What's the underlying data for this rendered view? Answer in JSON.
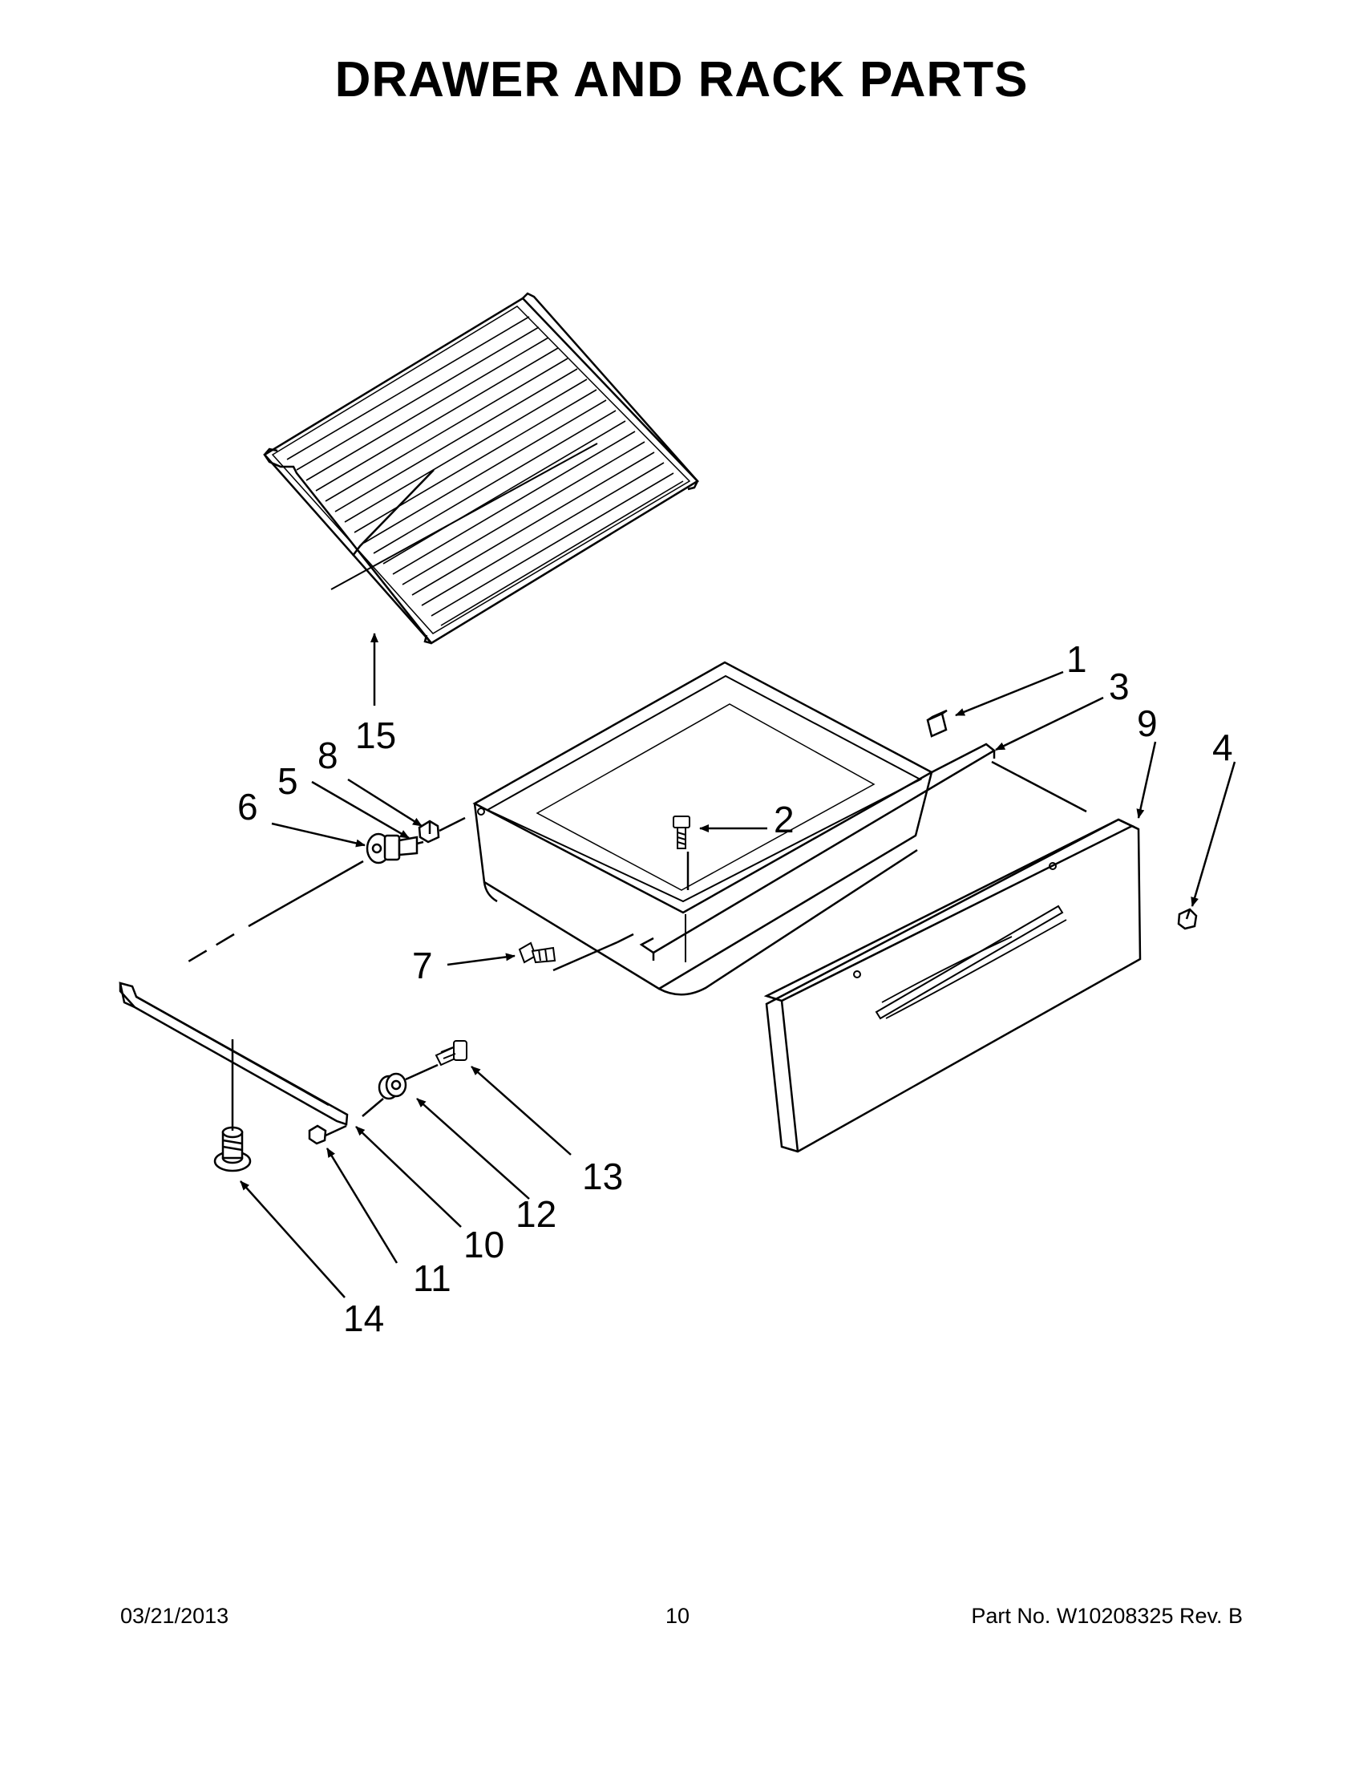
{
  "page": {
    "title": "DRAWER AND RACK PARTS",
    "footer": {
      "date": "03/21/2013",
      "page_number": "10",
      "part_number": "Part No.  W10208325  Rev.  B"
    }
  },
  "callouts": [
    "1",
    "2",
    "3",
    "4",
    "5",
    "6",
    "7",
    "8",
    "9",
    "10",
    "11",
    "12",
    "13",
    "14",
    "15"
  ],
  "parts": [
    {
      "callout": "1",
      "icon": "clip-icon"
    },
    {
      "callout": "2",
      "icon": "screw-icon"
    },
    {
      "callout": "3",
      "icon": "slide-rail-icon"
    },
    {
      "callout": "4",
      "icon": "nut-icon"
    },
    {
      "callout": "5",
      "icon": "stud-icon"
    },
    {
      "callout": "6",
      "icon": "roller-icon"
    },
    {
      "callout": "7",
      "icon": "screw-icon"
    },
    {
      "callout": "8",
      "icon": "nut-icon"
    },
    {
      "callout": "9",
      "icon": "drawer-front-icon"
    },
    {
      "callout": "10",
      "icon": "slide-rail-icon"
    },
    {
      "callout": "11",
      "icon": "nut-icon"
    },
    {
      "callout": "12",
      "icon": "roller-icon"
    },
    {
      "callout": "13",
      "icon": "screw-icon"
    },
    {
      "callout": "14",
      "icon": "leveling-leg-icon"
    },
    {
      "callout": "15",
      "icon": "oven-rack-icon"
    }
  ]
}
